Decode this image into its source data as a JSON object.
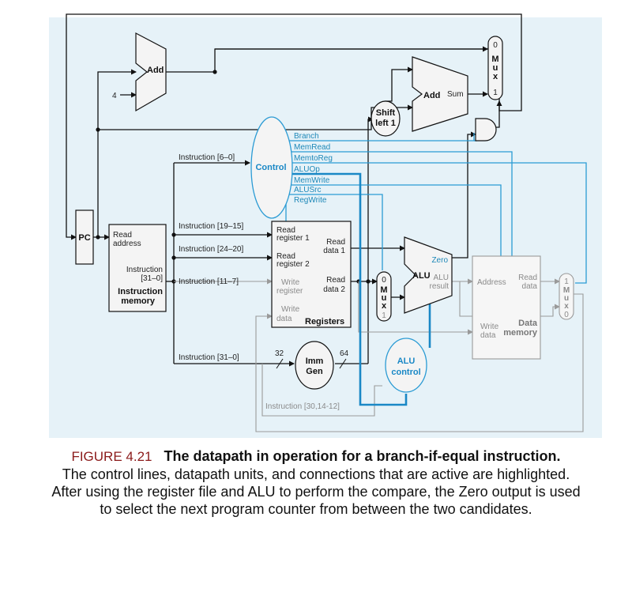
{
  "figure": {
    "number": "FIGURE 4.21",
    "title": "The datapath in operation for a branch-if-equal instruction.",
    "caption": "The control lines, datapath units, and connections that are active are highlighted. After using the register file and ALU to perform the compare, the Zero output is used to select the next program counter from between the two candidates."
  },
  "colors": {
    "active_blue": "#1a88c6",
    "control_blue": "#2b9bd4",
    "inactive_gray": "#9a9a9a",
    "wire_black": "#111111",
    "caption_red": "#8b1a1a",
    "background": "#e6f2f8"
  },
  "diagram": {
    "pc": "PC",
    "add_top": "Add",
    "const_four": "4",
    "add_sum": {
      "name": "Add",
      "sub": "Sum"
    },
    "shift": {
      "line1": "Shift",
      "line2": "left 1"
    },
    "control": "Control",
    "control_signals": [
      "Branch",
      "MemRead",
      "MemtoReg",
      "ALUOp",
      "MemWrite",
      "ALUSrc",
      "RegWrite"
    ],
    "instr_fields": {
      "f6_0": "Instruction [6–0]",
      "f19_15": "Instruction [19–15]",
      "f24_20": "Instruction [24–20]",
      "f11_7": "Instruction [11–7]",
      "f31_0": "Instruction [31–0]",
      "f30_14_12": "Instruction [30,14-12]"
    },
    "instr_memory": {
      "read_address": [
        "Read",
        "address"
      ],
      "instruction": [
        "Instruction",
        "[31–0]"
      ],
      "title": [
        "Instruction",
        "memory"
      ]
    },
    "registers": {
      "read_reg1": [
        "Read",
        "register 1"
      ],
      "read_reg2": [
        "Read",
        "register 2"
      ],
      "write_reg": [
        "Write",
        "register"
      ],
      "write_data": [
        "Write",
        "data"
      ],
      "read_data1": [
        "Read",
        "data 1"
      ],
      "read_data2": [
        "Read",
        "data 2"
      ],
      "title": "Registers"
    },
    "imm_gen": {
      "line1": "Imm",
      "line2": "Gen",
      "in_bits": "32",
      "out_bits": "64"
    },
    "alu": {
      "name": "ALU",
      "zero": "Zero",
      "result": [
        "ALU",
        "result"
      ]
    },
    "alu_control": {
      "line1": "ALU",
      "line2": "control"
    },
    "mux_chars": [
      "M",
      "u",
      "x"
    ],
    "mux_in0": "0",
    "mux_in1": "1",
    "data_memory": {
      "address": "Address",
      "read_data": [
        "Read",
        "data"
      ],
      "write_data": [
        "Write",
        "data"
      ],
      "title": [
        "Data",
        "memory"
      ]
    }
  }
}
